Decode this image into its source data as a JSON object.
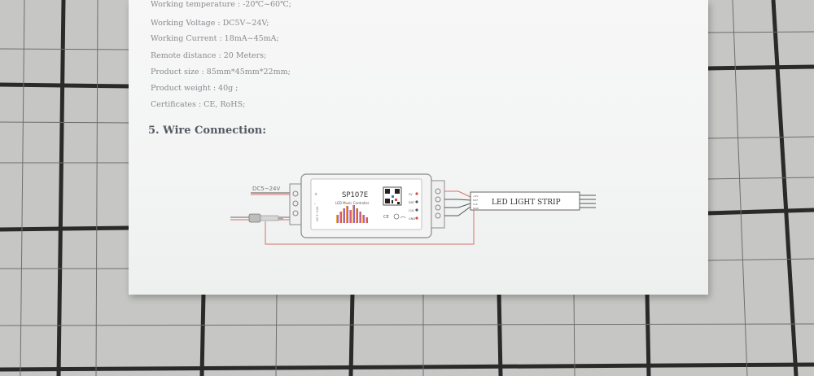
{
  "specs": [
    "Working temperature : -20℃~60℃;",
    "Working Voltage : DC5V~24V;",
    "Working Current : 18mA~45mA;",
    "Remote distance : 20 Meters;",
    "Product size : 85mm*45mm*22mm;",
    "Product weight : 40g ;",
    "Certificates : CE, RoHS;"
  ],
  "section_heading": "5. Wire Connection:",
  "diagram": {
    "input_label": "DC5~24V",
    "controller_model": "SP107E",
    "controller_subtitle": "LED Music Controller",
    "left_terminal_labels": [
      "DC 5~24V",
      "+",
      "-"
    ],
    "right_terminal_labels": [
      "5V",
      "DAT",
      "CLK",
      "GND"
    ],
    "cert_marks": "CE",
    "strip_label": "LED LIGHT STRIP",
    "strip_pin_labels": [
      "+5V",
      "DAT",
      "CLK",
      "GND"
    ]
  },
  "colors": {
    "wire_red": "#d9706c",
    "wire_dark": "#555555",
    "paper": "#f5f5f5",
    "ink": "#6a6a6a"
  }
}
